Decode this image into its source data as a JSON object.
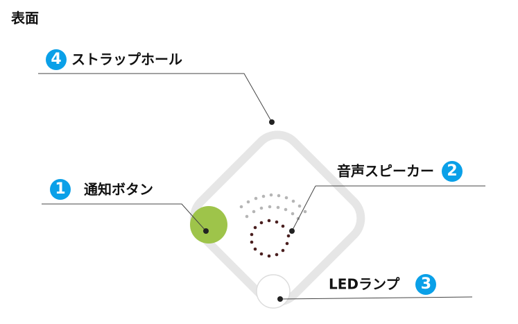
{
  "title": "表面",
  "labels": {
    "strap": {
      "num": "4",
      "text": "ストラップホール"
    },
    "notify": {
      "num": "1",
      "text": "通知ボタン"
    },
    "speaker": {
      "num": "2",
      "text": "音声スピーカー"
    },
    "led": {
      "num": "3",
      "text": "LEDランプ"
    }
  },
  "colors": {
    "badge": "#0aa0e8",
    "button": "#9ec44a",
    "speaker_dots": "#4a1f1f"
  }
}
